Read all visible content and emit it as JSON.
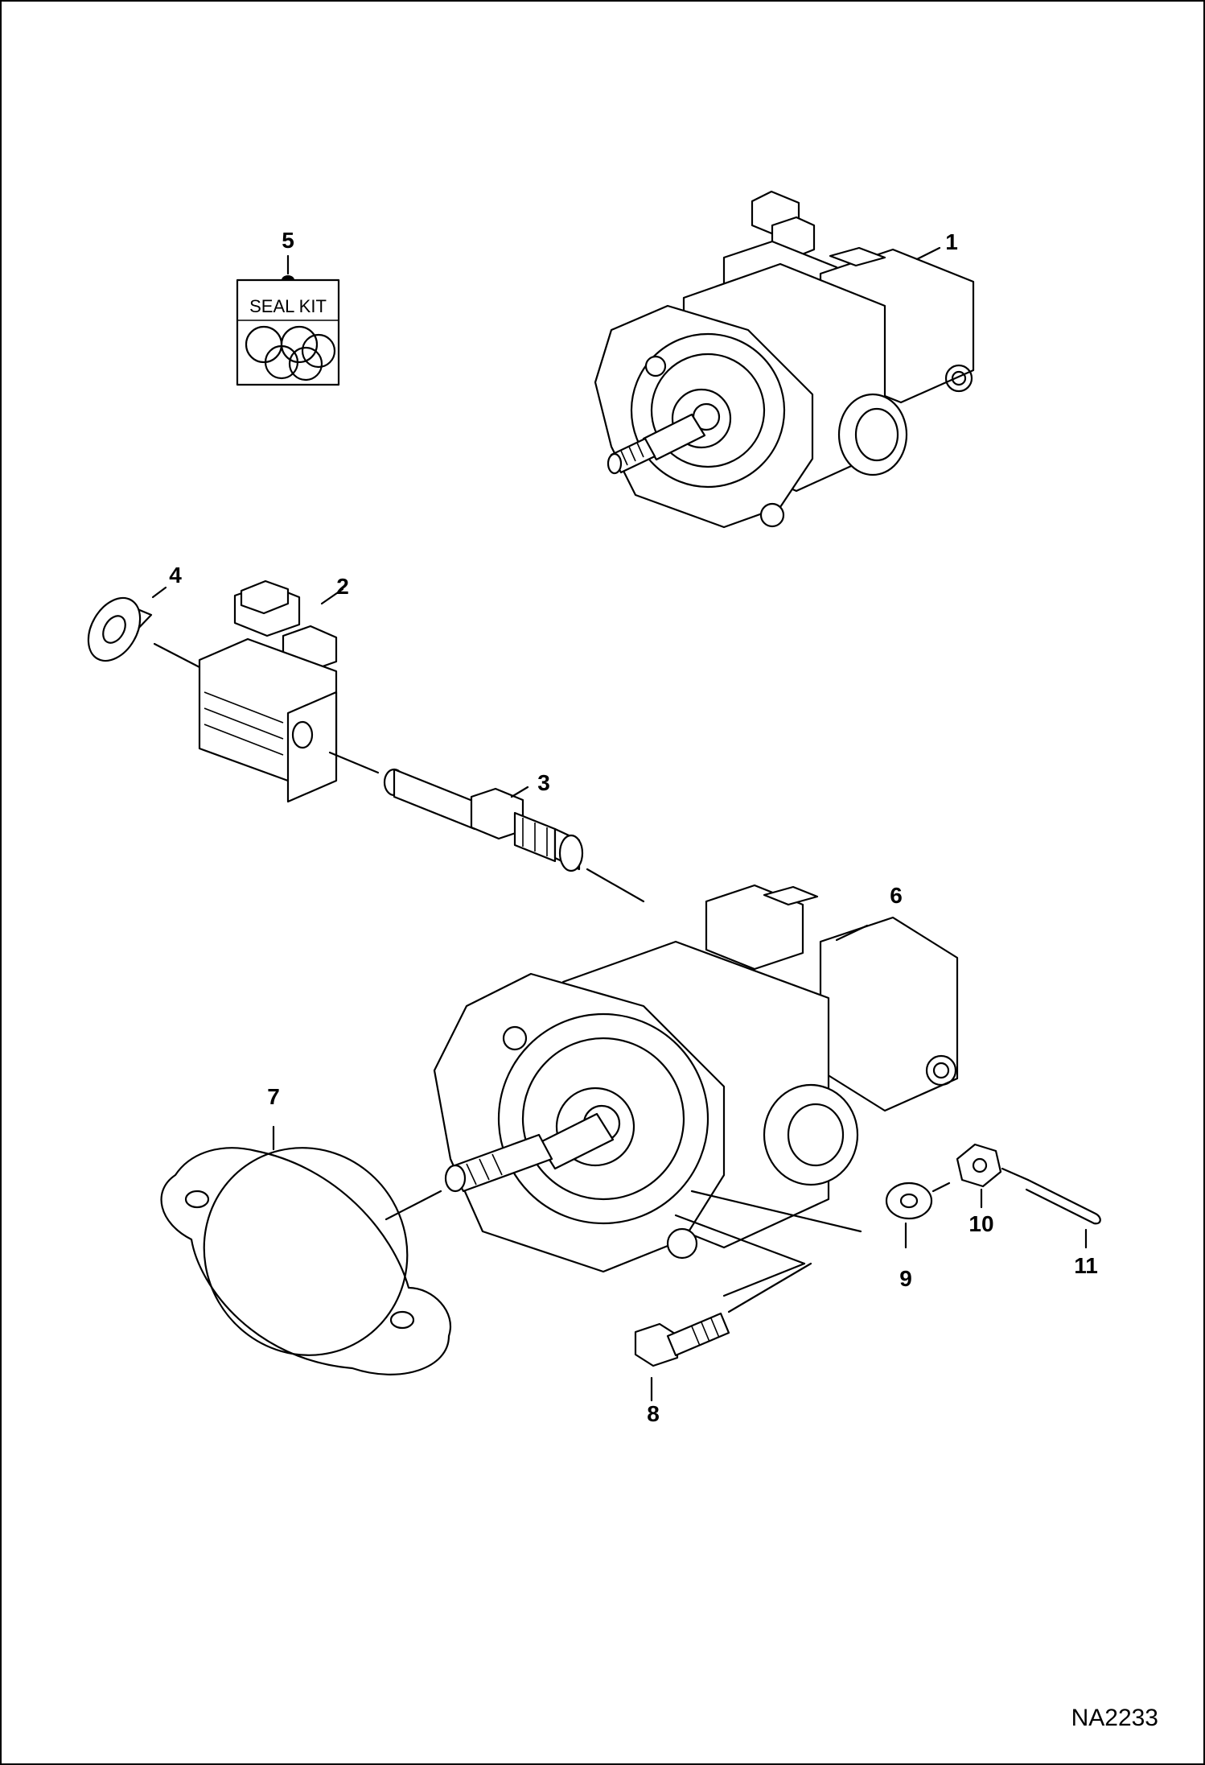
{
  "figure_code": "NA2233",
  "seal_kit_label": "SEAL KIT",
  "callouts": {
    "c1": "1",
    "c2": "2",
    "c3": "3",
    "c4": "4",
    "c5": "5",
    "c6": "6",
    "c7": "7",
    "c8": "8",
    "c9": "9",
    "c10": "10",
    "c11": "11"
  }
}
